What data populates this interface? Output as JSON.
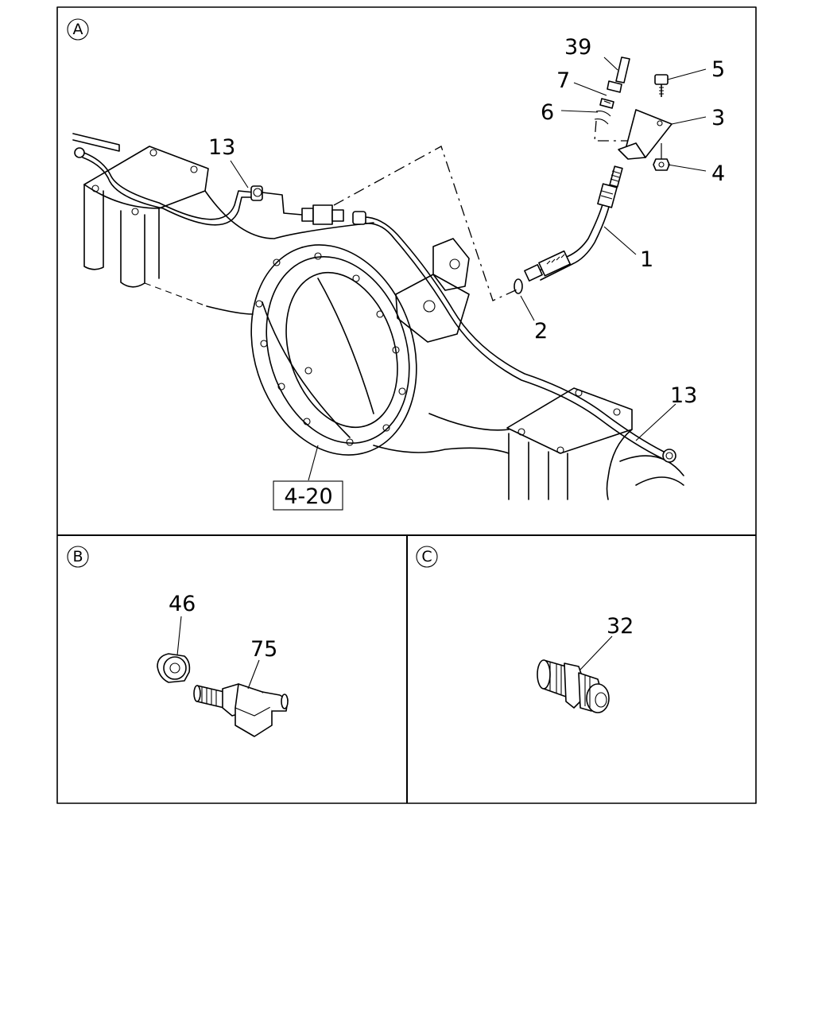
{
  "panels": {
    "a": {
      "tag": "A"
    },
    "b": {
      "tag": "B"
    },
    "c": {
      "tag": "C"
    }
  },
  "callouts": {
    "p39": "39",
    "p7": "7",
    "p6": "6",
    "p5": "5",
    "p3": "3",
    "p4": "4",
    "p1": "1",
    "p2": "2",
    "p13_left": "13",
    "p13_right": "13",
    "p46": "46",
    "p75": "75",
    "p32": "32"
  },
  "reference": {
    "box_label": "4-20"
  }
}
